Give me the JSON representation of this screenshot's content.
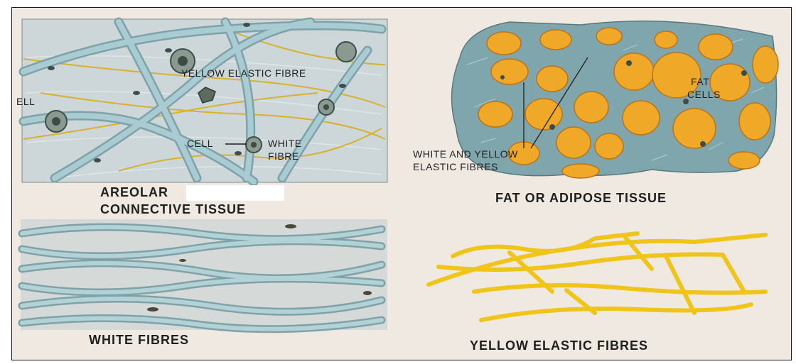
{
  "areolar": {
    "title_line1": "AREOLAR",
    "title_line2": "CONNECTIVE TISSUE",
    "yellow_elastic_fibre": "YELLOW ELASTIC FIBRE",
    "cell_left": "ELL",
    "cell": "CELL",
    "white_fibre_line1": "WHITE",
    "white_fibre_line2": "FIBRE"
  },
  "adipose": {
    "title": "FAT OR ADIPOSE TISSUE",
    "fat_cells_line1": "FAT",
    "fat_cells_line2": "CELLS",
    "fibres_line1": "WHITE AND YELLOW",
    "fibres_line2": "ELASTIC FIBRES"
  },
  "white_fibres": {
    "title": "WHITE FIBRES"
  },
  "yellow_fibres": {
    "title": "YELLOW ELASTIC FIBRES"
  },
  "colors": {
    "areolar_background": "#cdd6d9",
    "white_fibre": "#9ec3c8",
    "yellow_fibre": "#f0c418",
    "fat_cell": "#f0a828",
    "adipose_matrix": "#7fa6ad"
  }
}
